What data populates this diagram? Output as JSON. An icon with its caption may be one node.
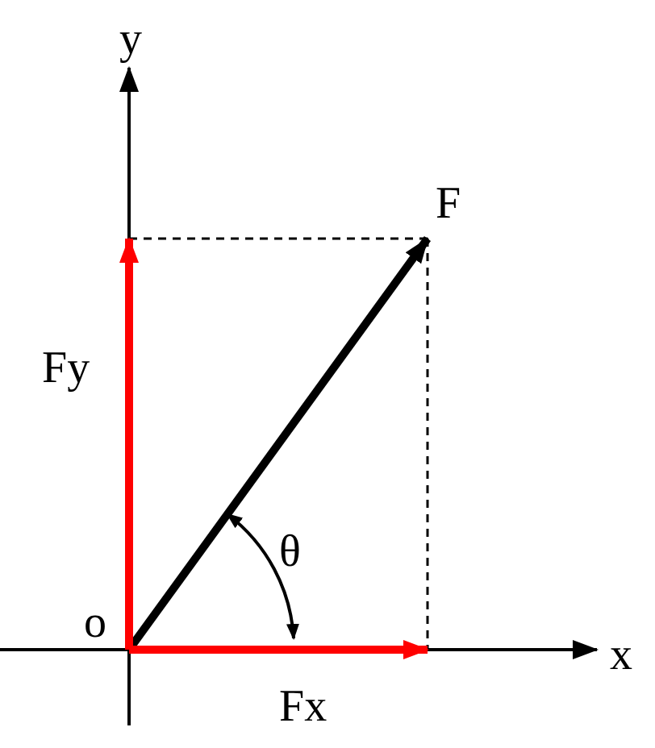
{
  "diagram": {
    "labels": [
      "y",
      "F",
      "Fy",
      "θ",
      "o",
      "x",
      "Fx"
    ]
  }
}
